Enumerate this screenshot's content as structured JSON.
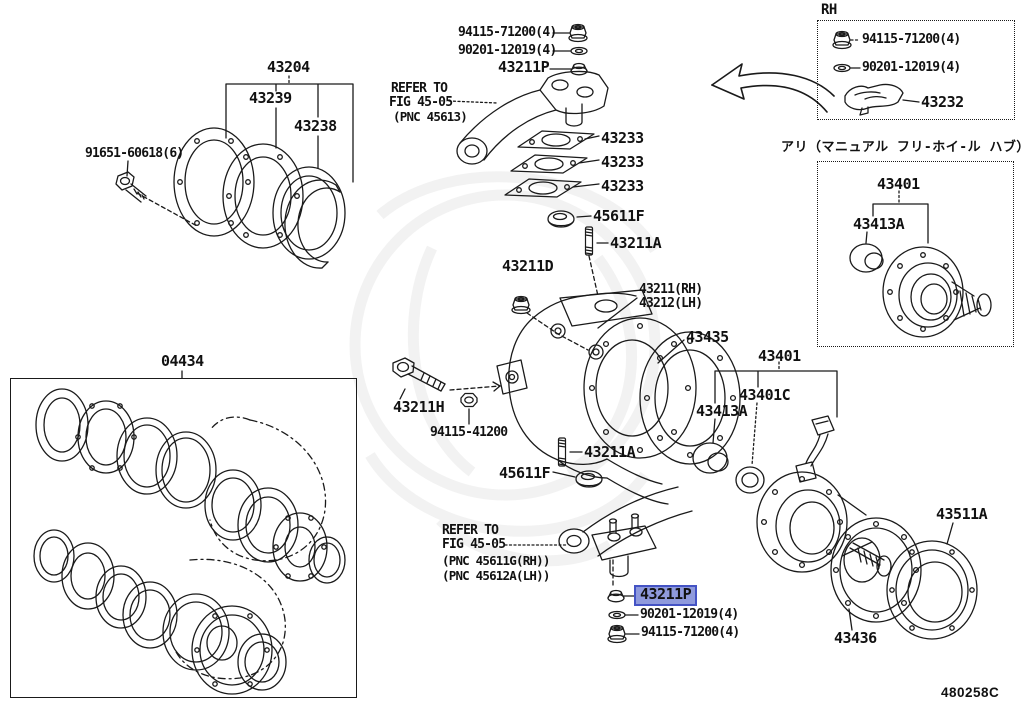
{
  "colors": {
    "highlight_fill": "#8f9adc",
    "highlight_border": "#4453c4",
    "ink": "#1a1a1a"
  },
  "page": {
    "doc_code": "480258C"
  },
  "groups": {
    "top_left": {
      "assembly": "43204",
      "cover": "43239",
      "ring": "43238",
      "bolt": "91651-60618(6)"
    },
    "arm_top": {
      "nut": "94115-71200(4)",
      "washer": "90201-12019(4)",
      "grommet": "43211P",
      "refer_line1": "REFER TO",
      "refer_line2": "FIG 45-05",
      "refer_line3": "(PNC 45613)"
    },
    "gaskets": {
      "g1": "43233",
      "g2": "43233",
      "g3": "43233",
      "cap": "45611F",
      "stud": "43211A"
    },
    "knuckle": {
      "nut": "43211D",
      "rh": "43211(RH)",
      "lh": "43212(LH)",
      "gasket": "43435",
      "bolt": "43211H",
      "nut2": "94115-41200",
      "stud": "43211A",
      "cap": "45611F"
    },
    "arm_bottom": {
      "refer_line1": "REFER TO",
      "refer_line2": "FIG 45-05",
      "refer_line3": "(PNC 45611G(RH))",
      "refer_line4": "(PNC 45612A(LH))",
      "grommet": "43211P",
      "washer": "90201-12019(4)",
      "nut": "94115-71200(4)"
    },
    "rh_box": {
      "title": "RH",
      "nut": "94115-71200(4)",
      "washer": "90201-12019(4)",
      "bracket": "43232"
    },
    "hub_box": {
      "note": "アリ（マニュアル フリ-ホイ-ル ハブ）",
      "assembly": "43401",
      "bushing": "43413A"
    },
    "axle": {
      "assembly": "43401",
      "sensor": "43401C",
      "bushing": "43413A",
      "seal": "43511A",
      "flange": "43436"
    },
    "kit": {
      "label": "04434"
    }
  }
}
